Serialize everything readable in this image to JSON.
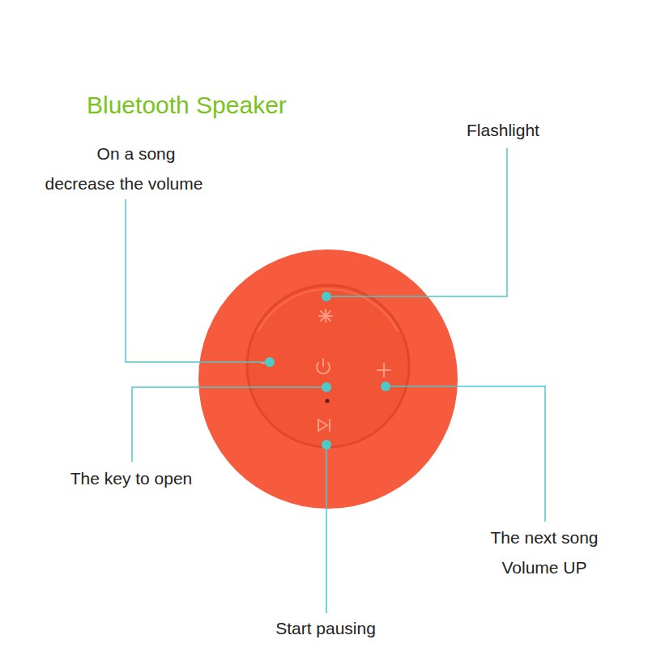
{
  "diagram": {
    "title": "Bluetooth Speaker",
    "labels": [
      "On a song decrease the volume",
      "Flashlight",
      "The key to open",
      "The next song Volume UP",
      "Start pausing"
    ]
  }
}
